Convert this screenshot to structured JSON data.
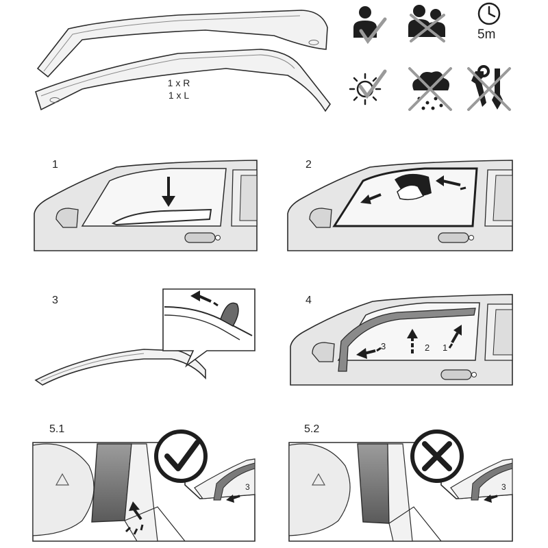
{
  "parts": {
    "right_qty": "1 x R",
    "left_qty": "1 x L"
  },
  "icons": [
    {
      "name": "one-person-icon",
      "status": "allowed"
    },
    {
      "name": "two-persons-icon",
      "status": "not-allowed"
    },
    {
      "name": "clock-icon",
      "status": "info",
      "text": "5m"
    },
    {
      "name": "sun-icon",
      "status": "allowed"
    },
    {
      "name": "rain-cloud-icon",
      "status": "not-allowed"
    },
    {
      "name": "tools-icon",
      "status": "not-allowed"
    }
  ],
  "steps": [
    {
      "label": "1"
    },
    {
      "label": "2"
    },
    {
      "label": "3"
    },
    {
      "label": "4",
      "arrow_labels": [
        "3",
        "2",
        "1"
      ]
    },
    {
      "label": "5.1",
      "verdict": "correct",
      "inset_arrow_label": "3"
    },
    {
      "label": "5.2",
      "verdict": "incorrect",
      "inset_arrow_label": "3"
    }
  ],
  "colors": {
    "line": "#2b2b2b",
    "car_fill": "#e6e6e6",
    "glass": "#f7f7f7",
    "tick": "#9a9a9a",
    "cross": "#9a9a9a",
    "deflector": "#8a8a8a"
  }
}
